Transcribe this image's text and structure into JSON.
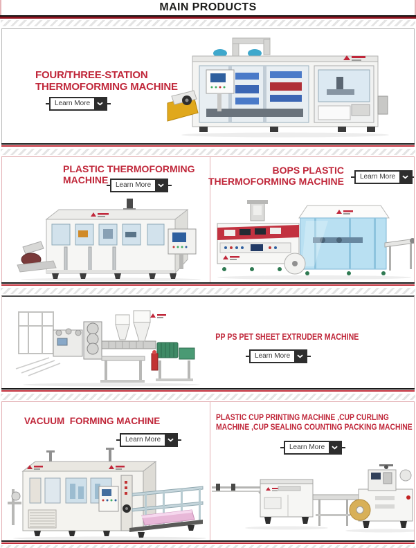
{
  "header": {
    "title": "MAIN PRODUCTS"
  },
  "buttons": {
    "learn_more": "Learn More"
  },
  "colors": {
    "accent_red": "#c0273a",
    "rule_black": "#161616",
    "rule_red_header": "#8e1420",
    "rule_red_card": "#c2303c",
    "card_border_gray": "#b9b9b9",
    "card_border_pink": "#e2aeb2"
  },
  "sections": [
    {
      "name": "four-three-station-thermoforming-machine",
      "title_lines": [
        "FOUR/THREE-STATION",
        "THERMOFORMING MACHINE"
      ]
    },
    {
      "name": "plastic-thermoforming-machine",
      "title_lines": [
        "PLASTIC THERMOFORMING",
        "MACHINE"
      ]
    },
    {
      "name": "bops-plastic-thermoforming-machine",
      "title_lines": [
        "BOPS PLASTIC",
        "THERMOFORMING MACHINE"
      ]
    },
    {
      "name": "pp-ps-pet-sheet-extruder-machine",
      "title_lines": [
        "PP PS PET SHEET EXTRUDER MACHINE"
      ]
    },
    {
      "name": "vacuum-forming-machine",
      "title_lines": [
        "VACUUM  FORMING MACHINE"
      ]
    },
    {
      "name": "plastic-cup-printing-curling-sealing-counting-packing-machine",
      "title_lines": [
        "PLASTIC CUP PRINTING MACHINE ,CUP CURLING",
        "MACHINE ,CUP SEALING COUNTING PACKING MACHINE"
      ]
    }
  ]
}
